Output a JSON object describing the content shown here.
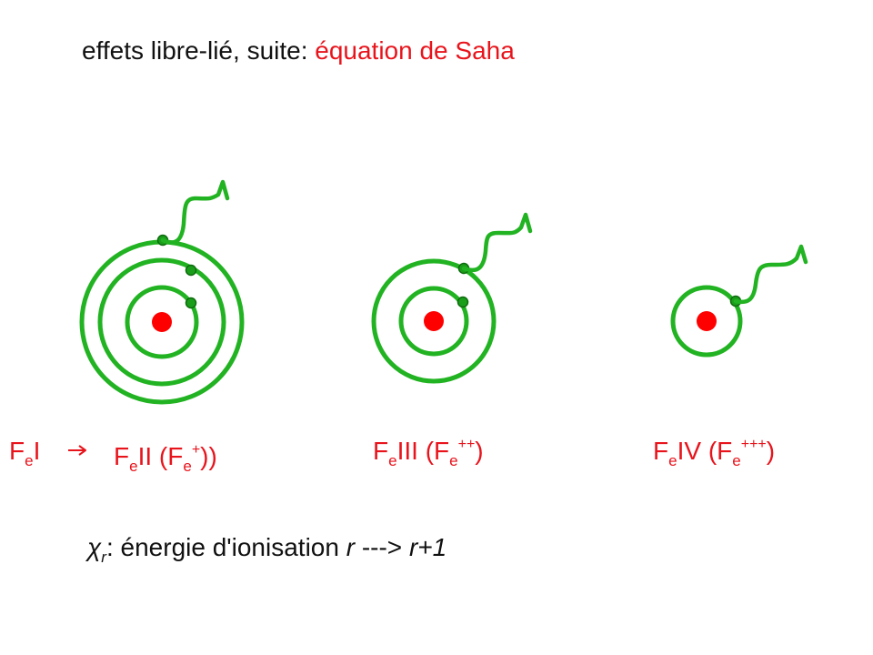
{
  "title": {
    "prefix": "effets libre-lié, suite: ",
    "highlight": "équation de Saha"
  },
  "colors": {
    "accent": "#e8141c",
    "orbit": "#22b322",
    "electron_fill": "#1a9e1a",
    "nucleus": "#ff0000",
    "text": "#111111"
  },
  "labels": {
    "fe1": {
      "base": "F",
      "sub": "e",
      "rest": "I"
    },
    "fe2": {
      "base": "F",
      "sub": "e",
      "rest": "II (",
      "ion_base": "F",
      "ion_sub": "e",
      "ion_sup": "+",
      "close": "))"
    },
    "fe3": {
      "base": "F",
      "sub": "e",
      "rest": "III (",
      "ion_base": "F",
      "ion_sub": "e",
      "ion_sup": "++",
      "close": ")"
    },
    "fe4": {
      "base": "F",
      "sub": "e",
      "rest": "IV (",
      "ion_base": "F",
      "ion_sub": "e",
      "ion_sup": "+++",
      "close": ")"
    }
  },
  "ionization": {
    "symbol": "χ",
    "symbol_sub": "r",
    "text": ": énergie d'ionisation ",
    "from": "r",
    "arrow": " ---> ",
    "to": "r+1"
  },
  "atoms": [
    {
      "label": "fe2",
      "orbits": 3
    },
    {
      "label": "fe3",
      "orbits": 2
    },
    {
      "label": "fe4",
      "orbits": 1
    }
  ]
}
